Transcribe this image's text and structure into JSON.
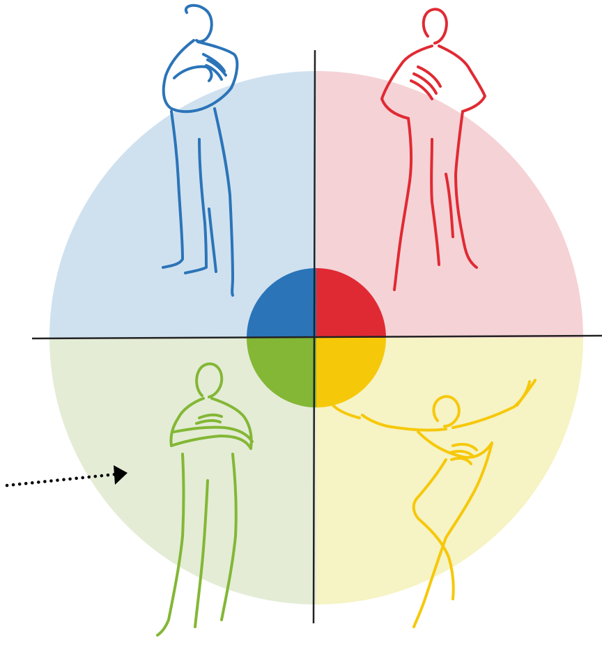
{
  "quadrants": [
    {
      "id": "top-left",
      "color": "#2b74b8",
      "light": "#cfe1ef",
      "figure_pose": "thinking"
    },
    {
      "id": "top-right",
      "color": "#e02a33",
      "light": "#f5d2d6",
      "figure_pose": "hands-on-hips"
    },
    {
      "id": "bottom-left",
      "color": "#83b735",
      "light": "#e4ecd6",
      "figure_pose": "arms-crossed"
    },
    {
      "id": "bottom-right",
      "color": "#f6c80a",
      "light": "#f6f3c4",
      "figure_pose": "dancing"
    }
  ],
  "axis_color": "#222222",
  "arrow": {
    "style": "dotted",
    "color": "#000000"
  }
}
